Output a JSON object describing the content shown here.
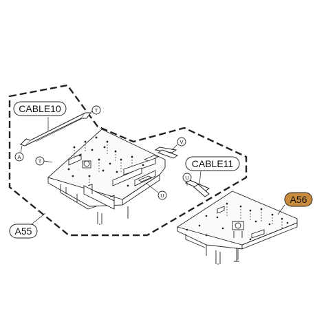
{
  "labels": {
    "cable10": "CABLE10",
    "cable11": "CABLE11",
    "a55": "A55",
    "a56": "A56",
    "t_top": "T",
    "t_left": "T",
    "a_left": "A",
    "v_right": "V",
    "u_mid": "U",
    "u_right": "U"
  },
  "colors": {
    "line": "#222222",
    "a56_fill": "#c88a3c"
  }
}
